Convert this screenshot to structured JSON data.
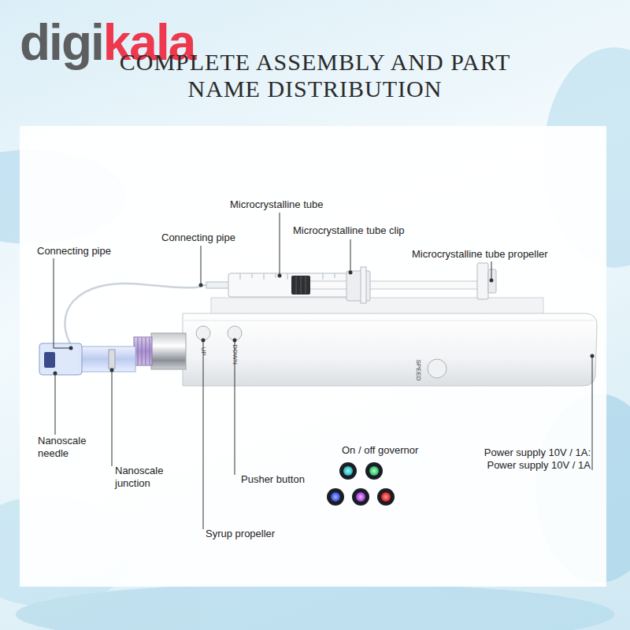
{
  "diagram": {
    "title": "COMPLETE ASSEMBLY AND PART NAME DISTRIBUTION",
    "labels": [
      "digi",
      "kala",
      "Microcrystalline tube",
      "Connecting pipe",
      "Microcrystalline tube clip",
      "Microcrystalline tube propeller",
      "Connecting pipe",
      "UP",
      "DOWN",
      "SPEED",
      "Nanoscale needle",
      "Nanoscale junction",
      "On / off governor",
      "Pusher button",
      "Power supply 10V / 1A:",
      "Power supply 10V / 1A",
      "Syrup propeller"
    ]
  }
}
